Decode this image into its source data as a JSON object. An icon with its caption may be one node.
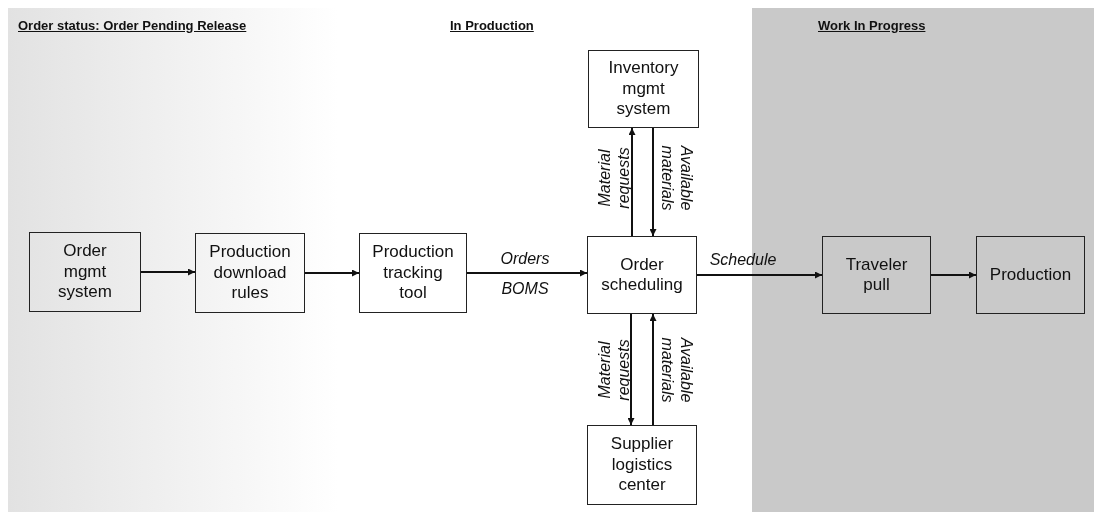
{
  "diagram": {
    "nodes": [
      {
        "text": [
          "Order mgmt system"
        ]
      },
      {
        "text": [
          "Production download rules"
        ]
      },
      {
        "text": [
          "Production tracking tool"
        ]
      },
      {
        "text": [
          "Inventory mgmt system"
        ]
      },
      {
        "text": [
          "Order scheduling"
        ]
      },
      {
        "text": [
          "Supplier logistics center"
        ]
      },
      {
        "text": [
          "Traveler pull"
        ]
      },
      {
        "text": [
          "Production"
        ]
      }
    ],
    "edges": [
      {
        "from": 0,
        "to": 1,
        "arrow": "to"
      },
      {
        "from": 1,
        "to": 2,
        "arrow": "to"
      },
      {
        "from": 2,
        "to": 4,
        "arrow": "to",
        "label": "Orders BOMS"
      },
      {
        "from": 4,
        "to": 3,
        "arrow": "to",
        "label": "Material requests"
      },
      {
        "from": 3,
        "to": 4,
        "arrow": "to",
        "label": "Available materials"
      },
      {
        "from": 4,
        "to": 5,
        "arrow": "to",
        "label": "Material requests"
      },
      {
        "from": 5,
        "to": 4,
        "arrow": "to",
        "label": "Available materials"
      },
      {
        "from": 4,
        "to": 6,
        "arrow": "to",
        "label": "Schedule"
      },
      {
        "from": 6,
        "to": 7,
        "arrow": "to"
      }
    ],
    "labels": [
      "Order status: Order Pending Release",
      "In Production",
      "Work In Progress"
    ]
  }
}
